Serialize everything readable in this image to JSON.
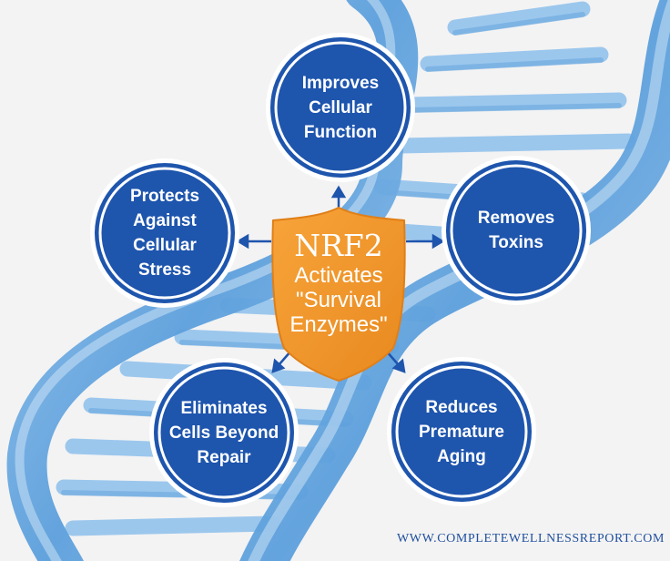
{
  "center": {
    "title": "NRF2",
    "subtitle": "Activates\n\"Survival\nEnzymes\""
  },
  "nodes": [
    {
      "id": "improves-cellular-function",
      "label": "Improves\nCellular\nFunction"
    },
    {
      "id": "removes-toxins",
      "label": "Removes\nToxins"
    },
    {
      "id": "reduces-premature-aging",
      "label": "Reduces\nPremature\nAging"
    },
    {
      "id": "eliminates-cells-beyond-repair",
      "label": "Eliminates\nCells Beyond\nRepair"
    },
    {
      "id": "protects-against-cellular-stress",
      "label": "Protects\nAgainst\nCellular\nStress"
    }
  ],
  "footer": {
    "url": "WWW.COMPLETEWELLNESSREPORT.COM"
  },
  "colors": {
    "background": "#f3f3f3",
    "dna_blue": "#74aee0",
    "circle_fill": "#1e55ad",
    "circle_ring": "#ffffff",
    "shield_orange": "#f0962a",
    "arrow_blue": "#1e55ad",
    "footer_text": "#1f4f9e"
  }
}
